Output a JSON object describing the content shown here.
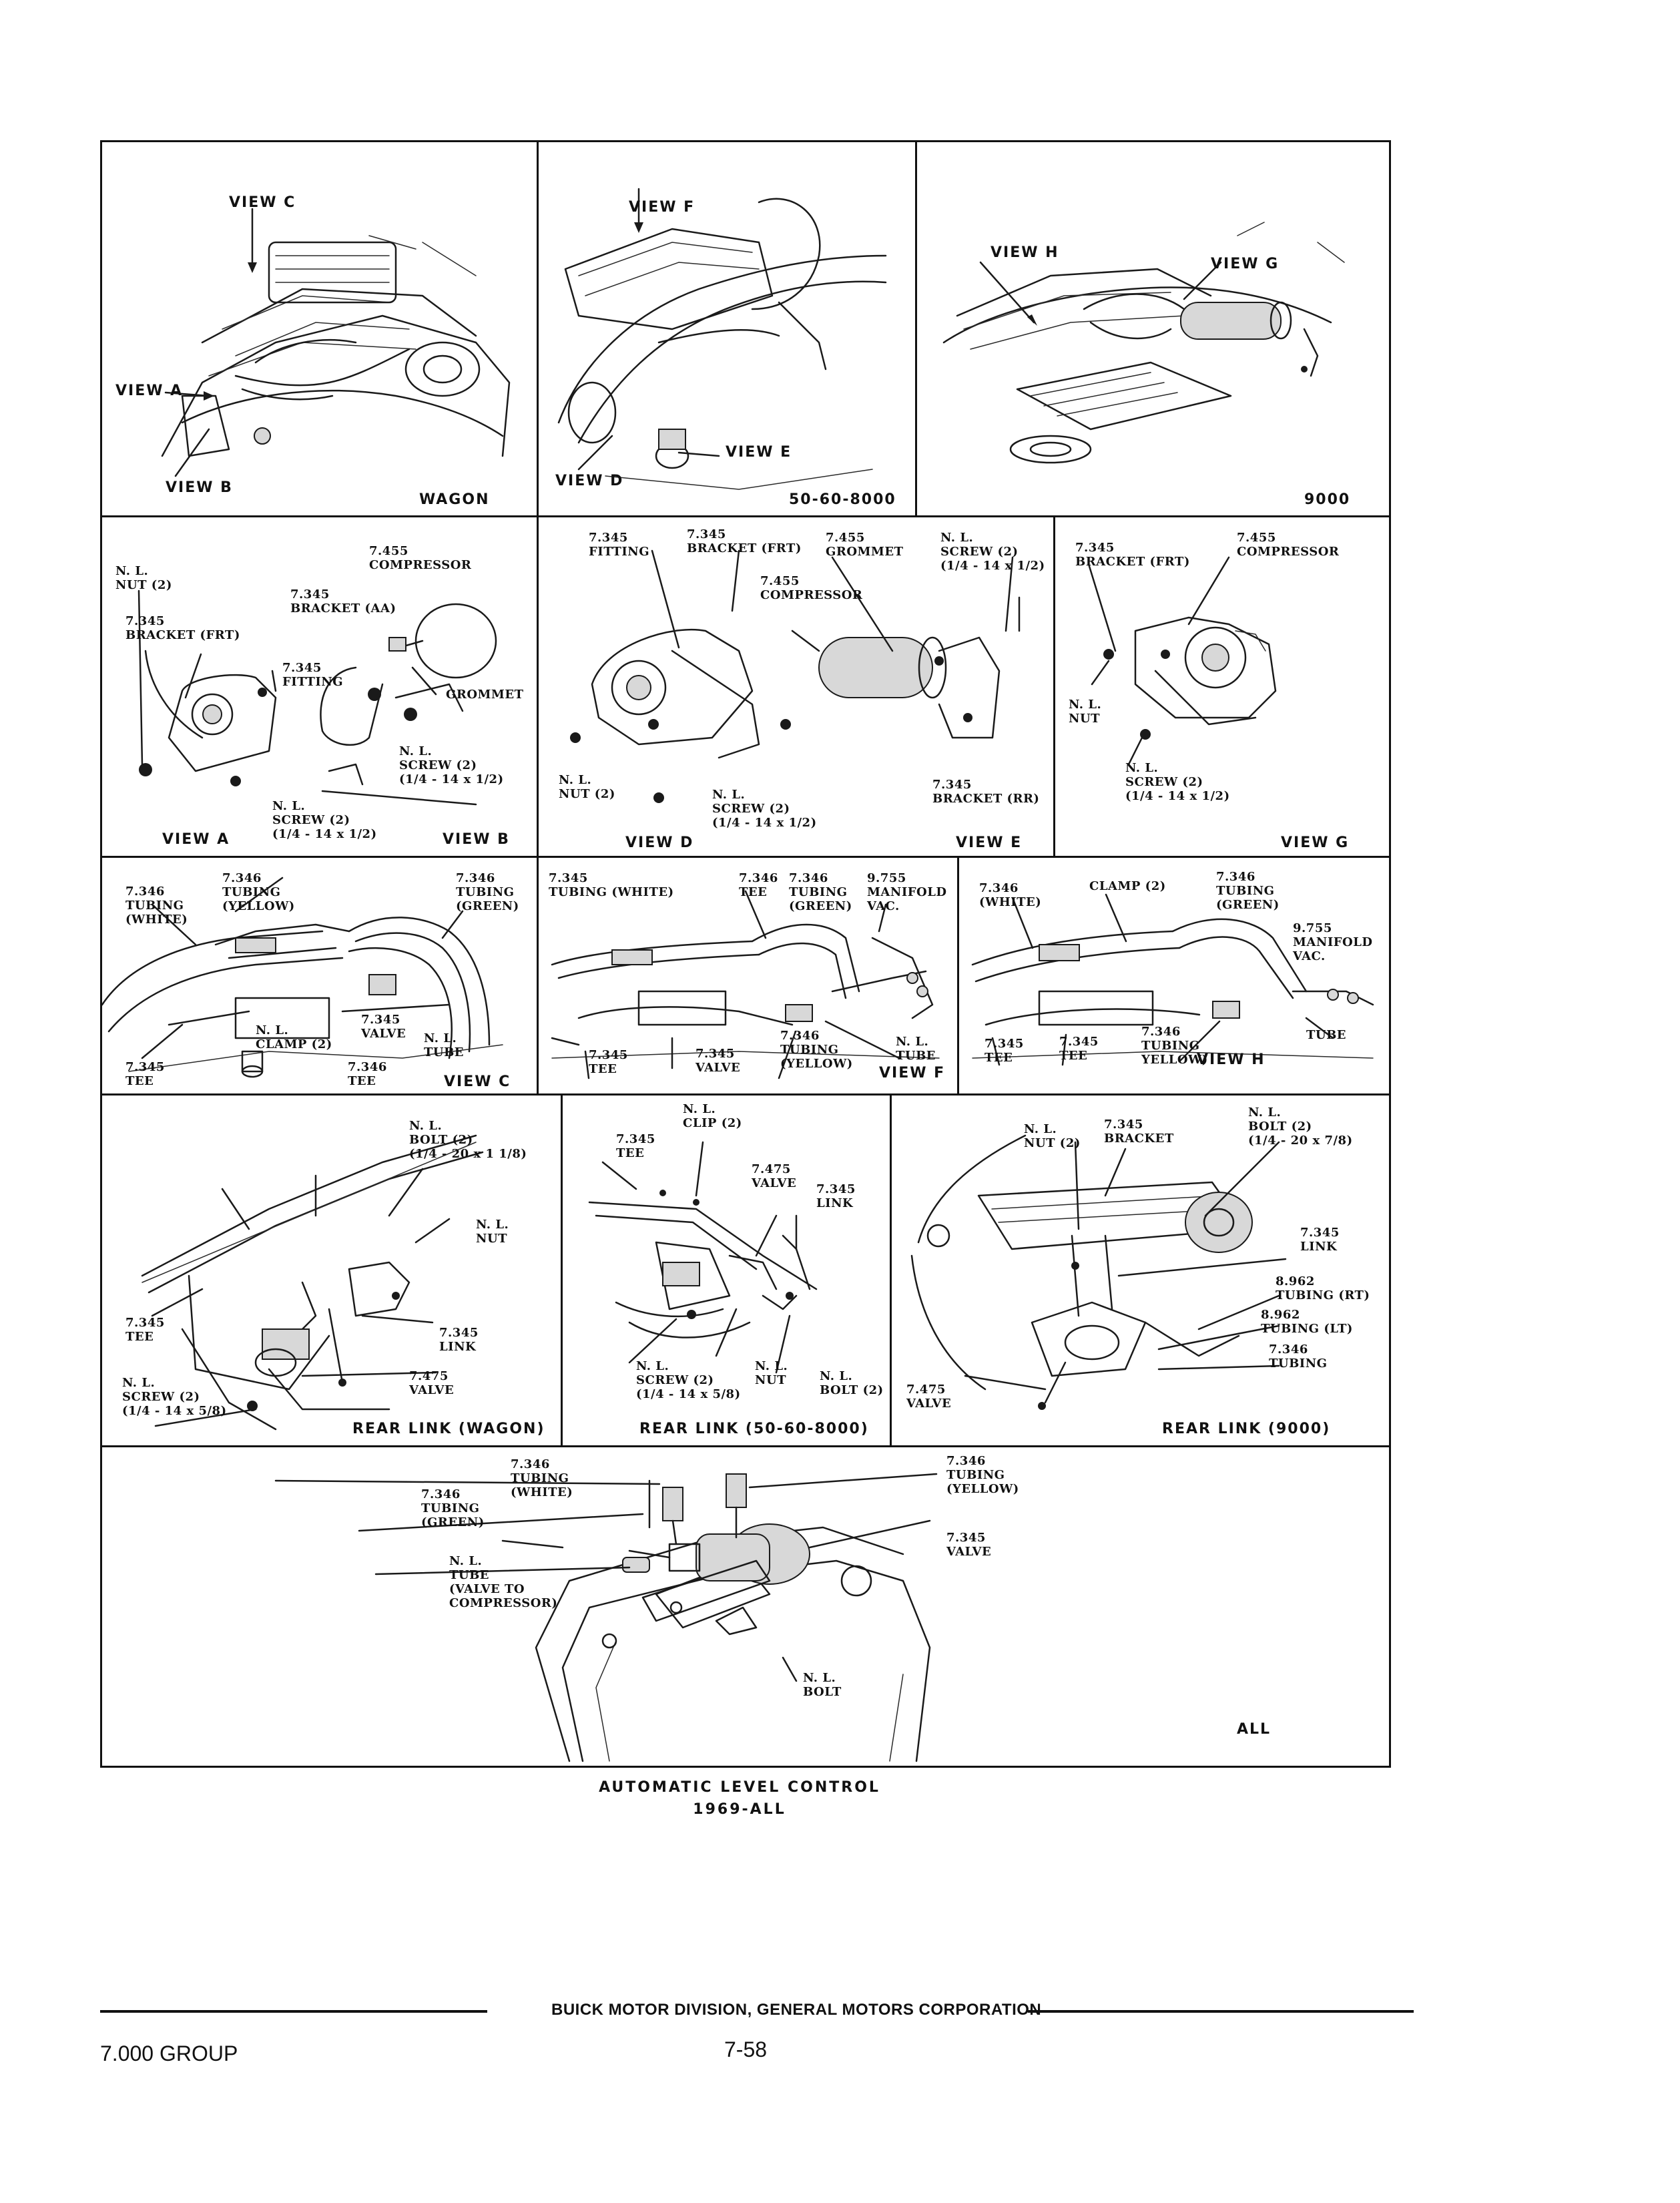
{
  "caption": {
    "title": "AUTOMATIC LEVEL CONTROL",
    "subtitle": "1969-ALL"
  },
  "footer": {
    "division": "BUICK MOTOR DIVISION, GENERAL MOTORS CORPORATION",
    "group": "7.000 GROUP",
    "page": "7-58"
  },
  "row1": {
    "wagon": {
      "view_c": "VIEW C",
      "view_a": "VIEW A",
      "view_b": "VIEW B",
      "caption": "WAGON"
    },
    "mid": {
      "view_f": "VIEW F",
      "view_e": "VIEW E",
      "view_d": "VIEW D",
      "caption": "50-60-8000"
    },
    "ninek": {
      "view_h": "VIEW H",
      "view_g": "VIEW G",
      "caption": "9000"
    }
  },
  "row2": {
    "a": {
      "compressor": "7.455\nCOMPRESSOR",
      "nut": "N. L.\nNUT (2)",
      "bracket_aa": "7.345\nBRACKET (AA)",
      "bracket_frt": "7.345\nBRACKET (FRT)",
      "fitting": "7.345\nFITTING",
      "grommet": "GROMMET",
      "screw_b": "N. L.\nSCREW (2)\n(1/4 - 14 x 1/2)",
      "screw_a": "N. L.\nSCREW (2)\n(1/4 - 14 x 1/2)",
      "view_a": "VIEW A",
      "view_b": "VIEW B"
    },
    "d": {
      "fitting": "7.345\nFITTING",
      "bracket_frt": "7.345\nBRACKET (FRT)",
      "grommet": "7.455\nGROMMET",
      "screw_top": "N. L.\nSCREW (2)\n(1/4 - 14 x 1/2)",
      "compressor": "7.455\nCOMPRESSOR",
      "nut": "N. L.\nNUT (2)",
      "screw": "N. L.\nSCREW (2)\n(1/4 - 14 x 1/2)",
      "bracket_rr": "7.345\nBRACKET (RR)",
      "view_d": "VIEW D",
      "view_e": "VIEW E"
    },
    "g": {
      "bracket_frt": "7.345\nBRACKET (FRT)",
      "compressor": "7.455\nCOMPRESSOR",
      "nut": "N. L.\nNUT",
      "screw": "N. L.\nSCREW (2)\n(1/4 - 14 x 1/2)",
      "view_g": "VIEW G"
    }
  },
  "row3": {
    "c": {
      "tubing_yellow": "7.346\nTUBING\n(YELLOW)",
      "tubing_white": "7.346\nTUBING\n(WHITE)",
      "tubing_green": "7.346\nTUBING\n(GREEN)",
      "valve": "7.345\nVALVE",
      "tube": "N. L.\nTUBE",
      "clamp": "N. L.\nCLAMP (2)",
      "tee": "7.345\nTEE",
      "tee2": "7.346\nTEE",
      "view_c": "VIEW C"
    },
    "f": {
      "tubing_white": "7.345\nTUBING (WHITE)",
      "tee_top": "7.346\nTEE",
      "tubing_green": "7.346\nTUBING\n(GREEN)",
      "manifold": "9.755\nMANIFOLD\nVAC.",
      "tee": "7.345\nTEE",
      "valve": "7.345\nVALVE",
      "tubing_yellow": "7.346\nTUBING\n(YELLOW)",
      "tube": "N. L.\nTUBE",
      "view_f": "VIEW F"
    },
    "h": {
      "tubing_white": "7.346\n(WHITE)",
      "clamp": "CLAMP (2)",
      "tubing_green": "7.346\nTUBING\n(GREEN)",
      "manifold": "9.755\nMANIFOLD\nVAC.",
      "tee": "7.345\nTEE",
      "tee2": "7.345\nTEE",
      "tubing_yellow": "7.346\nTUBING\nYELLOW)",
      "tube": "TUBE",
      "view_h": "VIEW H"
    }
  },
  "row4": {
    "wagon": {
      "bolt": "N. L.\nBOLT (2)\n(1/4 - 20 x 1 1/8)",
      "nut": "N. L.\nNUT",
      "tee": "7.345\nTEE",
      "link": "7.345\nLINK",
      "valve": "7.475\nVALVE",
      "screw": "N. L.\nSCREW (2)\n(1/4 - 14 x 5/8)",
      "caption": "REAR LINK (WAGON)"
    },
    "mid": {
      "clip": "N. L.\nCLIP (2)",
      "tee": "7.345\nTEE",
      "valve": "7.475\nVALVE",
      "link": "7.345\nLINK",
      "screw": "N. L.\nSCREW (2)\n(1/4 - 14 x 5/8)",
      "nut": "N. L.\nNUT",
      "bolt": "N. L.\nBOLT (2)",
      "caption": "REAR LINK (50-60-8000)"
    },
    "ninek": {
      "nut": "N. L.\nNUT (2)",
      "bracket": "7.345\nBRACKET",
      "bolt": "N. L.\nBOLT (2)\n(1/4 - 20 x 7/8)",
      "link": "7.345\nLINK",
      "tubing_rt": "8.962\nTUBING (RT)",
      "tubing_lt": "8.962\nTUBING (LT)",
      "tubing": "7.346\nTUBING",
      "valve": "7.475\nVALVE",
      "caption": "REAR LINK (9000)"
    }
  },
  "row5": {
    "tubing_white": "7.346\nTUBING\n(WHITE)",
    "tubing_green": "7.346\nTUBING\n(GREEN)",
    "tubing_yellow": "7.346\nTUBING\n(YELLOW)",
    "valve": "7.345\nVALVE",
    "tube": "N. L.\nTUBE\n(VALVE TO\nCOMPRESSOR)",
    "bolt": "N. L.\nBOLT",
    "caption": "ALL"
  }
}
